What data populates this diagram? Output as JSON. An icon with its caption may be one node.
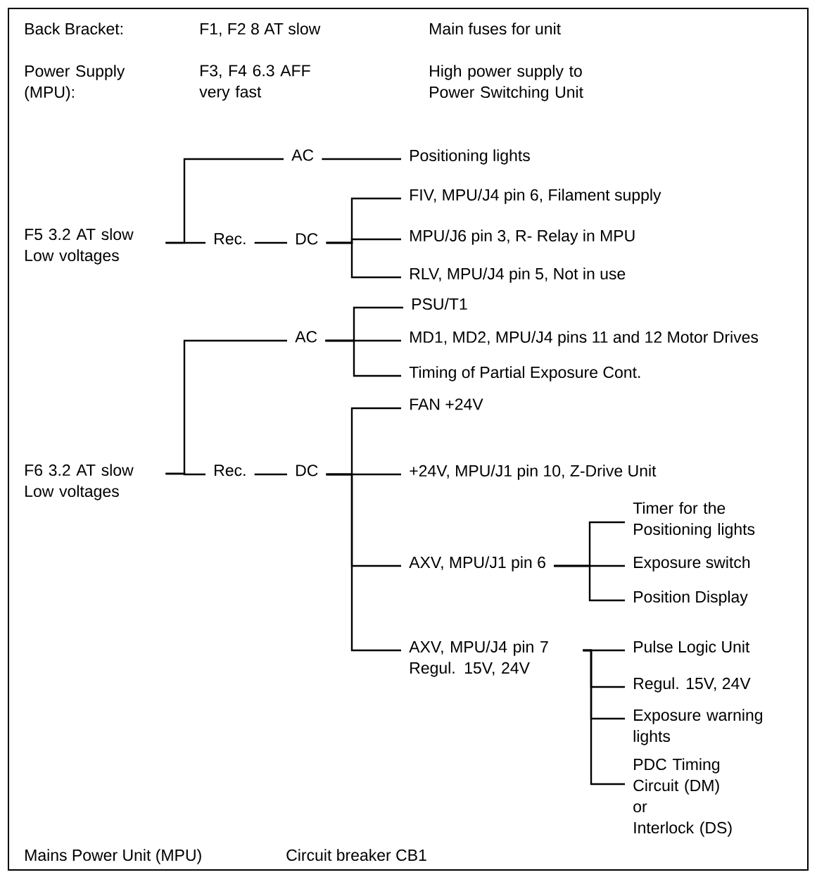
{
  "diagram": {
    "nodes": [
      {
        "text": [
          "F5 3.2 AT slow Low voltages"
        ]
      },
      {
        "text": [
          "AC"
        ]
      },
      {
        "text": [
          "Positioning lights"
        ]
      },
      {
        "text": [
          "Rec."
        ]
      },
      {
        "text": [
          "DC"
        ]
      },
      {
        "text": [
          "FIV, MPU/J4 pin 6, Filament supply"
        ]
      },
      {
        "text": [
          "MPU/J6 pin 3, R- Relay in MPU"
        ]
      },
      {
        "text": [
          "RLV, MPU/J4 pin 5, Not in use"
        ]
      },
      {
        "text": [
          "F6 3.2 AT slow Low voltages"
        ]
      },
      {
        "text": [
          "AC"
        ]
      },
      {
        "text": [
          "PSU/T1"
        ]
      },
      {
        "text": [
          "MD1, MD2, MPU/J4 pins 11 and 12 Motor Drives"
        ]
      },
      {
        "text": [
          "Timing of Partial Exposure Cont."
        ]
      },
      {
        "text": [
          "Rec."
        ]
      },
      {
        "text": [
          "DC"
        ]
      },
      {
        "text": [
          "FAN +24V"
        ]
      },
      {
        "text": [
          "+24V, MPU/J1 pin 10, Z-Drive Unit"
        ]
      },
      {
        "text": [
          "AXV, MPU/J1 pin 6"
        ]
      },
      {
        "text": [
          "AXV, MPU/J4 pin 7 Regul. 15V, 24V"
        ]
      },
      {
        "text": [
          "Timer for the Positioning lights"
        ]
      },
      {
        "text": [
          "Exposure switch"
        ]
      },
      {
        "text": [
          "Position Display"
        ]
      },
      {
        "text": [
          "Pulse Logic Unit"
        ]
      },
      {
        "text": [
          "Regul. 15V, 24V"
        ]
      },
      {
        "text": [
          "Exposure warning lights"
        ]
      },
      {
        "text": [
          "PDC Timing Circuit (DM)",
          "or",
          "Interlock (DS)"
        ]
      }
    ],
    "edges": [
      {
        "from": 0,
        "to": 1,
        "arrow": "none"
      },
      {
        "from": 0,
        "to": 3,
        "arrow": "none"
      },
      {
        "from": 1,
        "to": 2,
        "arrow": "none"
      },
      {
        "from": 3,
        "to": 4,
        "arrow": "none"
      },
      {
        "from": 4,
        "to": 5,
        "arrow": "none"
      },
      {
        "from": 4,
        "to": 6,
        "arrow": "none"
      },
      {
        "from": 4,
        "to": 7,
        "arrow": "none"
      },
      {
        "from": 8,
        "to": 9,
        "arrow": "none"
      },
      {
        "from": 8,
        "to": 13,
        "arrow": "none"
      },
      {
        "from": 9,
        "to": 10,
        "arrow": "none"
      },
      {
        "from": 9,
        "to": 11,
        "arrow": "none"
      },
      {
        "from": 9,
        "to": 12,
        "arrow": "none"
      },
      {
        "from": 13,
        "to": 14,
        "arrow": "none"
      },
      {
        "from": 14,
        "to": 15,
        "arrow": "none"
      },
      {
        "from": 14,
        "to": 16,
        "arrow": "none"
      },
      {
        "from": 14,
        "to": 17,
        "arrow": "none"
      },
      {
        "from": 14,
        "to": 18,
        "arrow": "none"
      },
      {
        "from": 17,
        "to": 19,
        "arrow": "none"
      },
      {
        "from": 17,
        "to": 20,
        "arrow": "none"
      },
      {
        "from": 17,
        "to": 21,
        "arrow": "none"
      },
      {
        "from": 18,
        "to": 22,
        "arrow": "none"
      },
      {
        "from": 18,
        "to": 23,
        "arrow": "none"
      },
      {
        "from": 18,
        "to": 24,
        "arrow": "none"
      },
      {
        "from": 18,
        "to": 25,
        "arrow": "none"
      }
    ],
    "labels": [
      "Back Bracket:",
      "F1, F2 8 AT slow",
      "Main fuses for unit",
      "Power Supply (MPU):",
      "F3, F4 6.3 AFF very fast",
      "High power supply to Power Switching Unit",
      "Mains Power Unit (MPU)",
      "Circuit breaker CB1"
    ]
  }
}
